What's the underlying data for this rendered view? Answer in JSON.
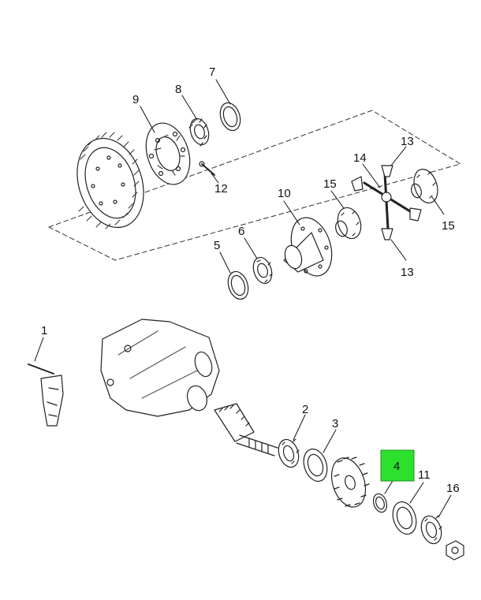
{
  "callouts": {
    "c1": "1",
    "c2": "2",
    "c3": "3",
    "c4": "4",
    "c5": "5",
    "c6": "6",
    "c7": "7",
    "c8": "8",
    "c9": "9",
    "c10": "10",
    "c11": "11",
    "c12": "12",
    "c13a": "13",
    "c13b": "13",
    "c14": "14",
    "c15a": "15",
    "c15b": "15",
    "c16": "16"
  },
  "highlight": {
    "callout": "4",
    "color": "#2ee02e"
  }
}
